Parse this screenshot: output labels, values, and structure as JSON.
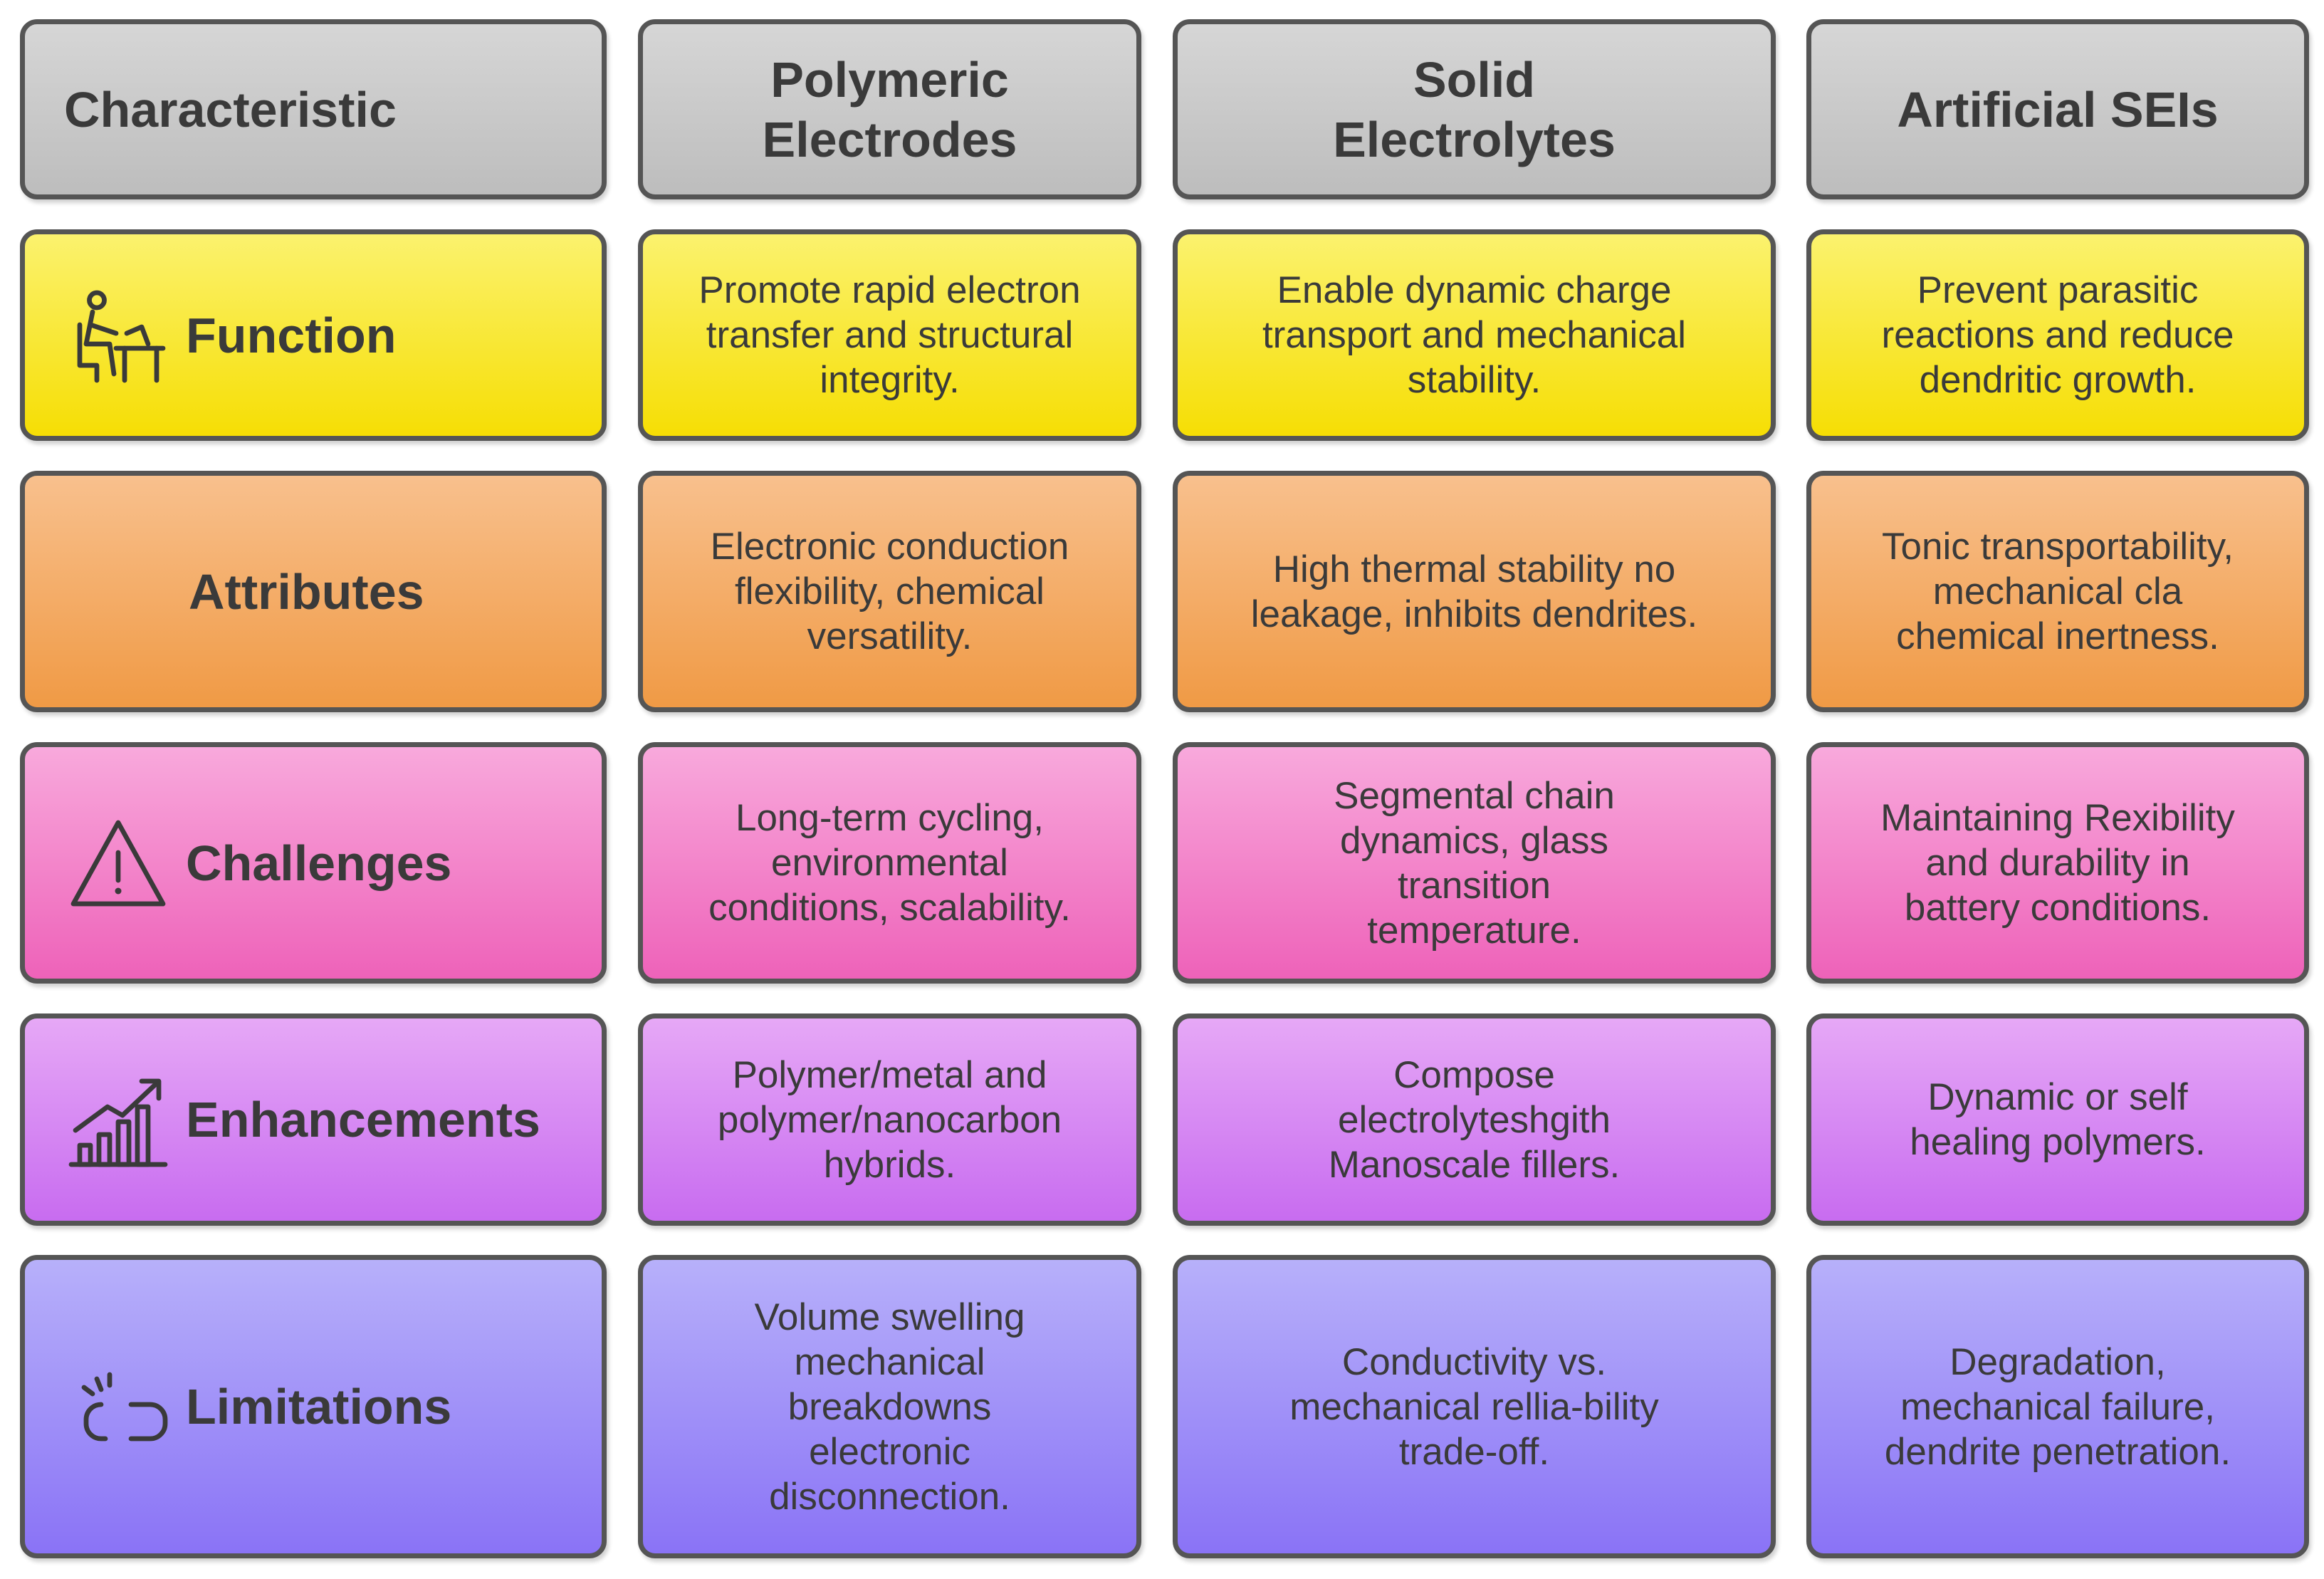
{
  "header": {
    "characteristic": "Characteristic",
    "col1": "Polymeric Electrodes",
    "col2": "Solid Electrolytes",
    "col3": "Artificial SEIs"
  },
  "rows": [
    {
      "label": "Function",
      "icon": "person-at-desk-icon",
      "color": "#f6de04",
      "cells": [
        "Promote rapid electron transfer and structural integrity.",
        "Enable dynamic charge transport and mechanical stability.",
        "Prevent parasitic reactions and reduce dendritic growth."
      ]
    },
    {
      "label": "Attributes",
      "icon": "",
      "color": "#f09a45",
      "cells": [
        "Electronic conduction flexibility, chemical versatility.",
        "High thermal stability no leakage, inhibits dendrites.",
        "Tonic transportability, mechanical cla chemical inertness."
      ]
    },
    {
      "label": "Challenges",
      "icon": "warning-triangle-icon",
      "color": "#ee62b9",
      "cells": [
        "Long-term cycling, environmental conditions, scalability.",
        "Segmental chain dynamics, glass transition temperature.",
        "Maintaining Rexibility and durability in battery conditions."
      ]
    },
    {
      "label": "Enhancements",
      "icon": "growth-chart-icon",
      "color": "#c86cf0",
      "cells": [
        "Polymer/metal and polymer/nanocarbon hybrids.",
        "Compose electrolyteshgith Manoscale fillers.",
        "Dynamic or self healing polymers."
      ]
    },
    {
      "label": "Limitations",
      "icon": "broken-link-icon",
      "color": "#8a73f6",
      "cells": [
        "Volume swelling mechanical breakdowns electronic disconnection.",
        "Conductivity vs. mechanical rellia-bility trade-off.",
        "Degradation, mechanical failure, dendrite penetration."
      ]
    }
  ]
}
